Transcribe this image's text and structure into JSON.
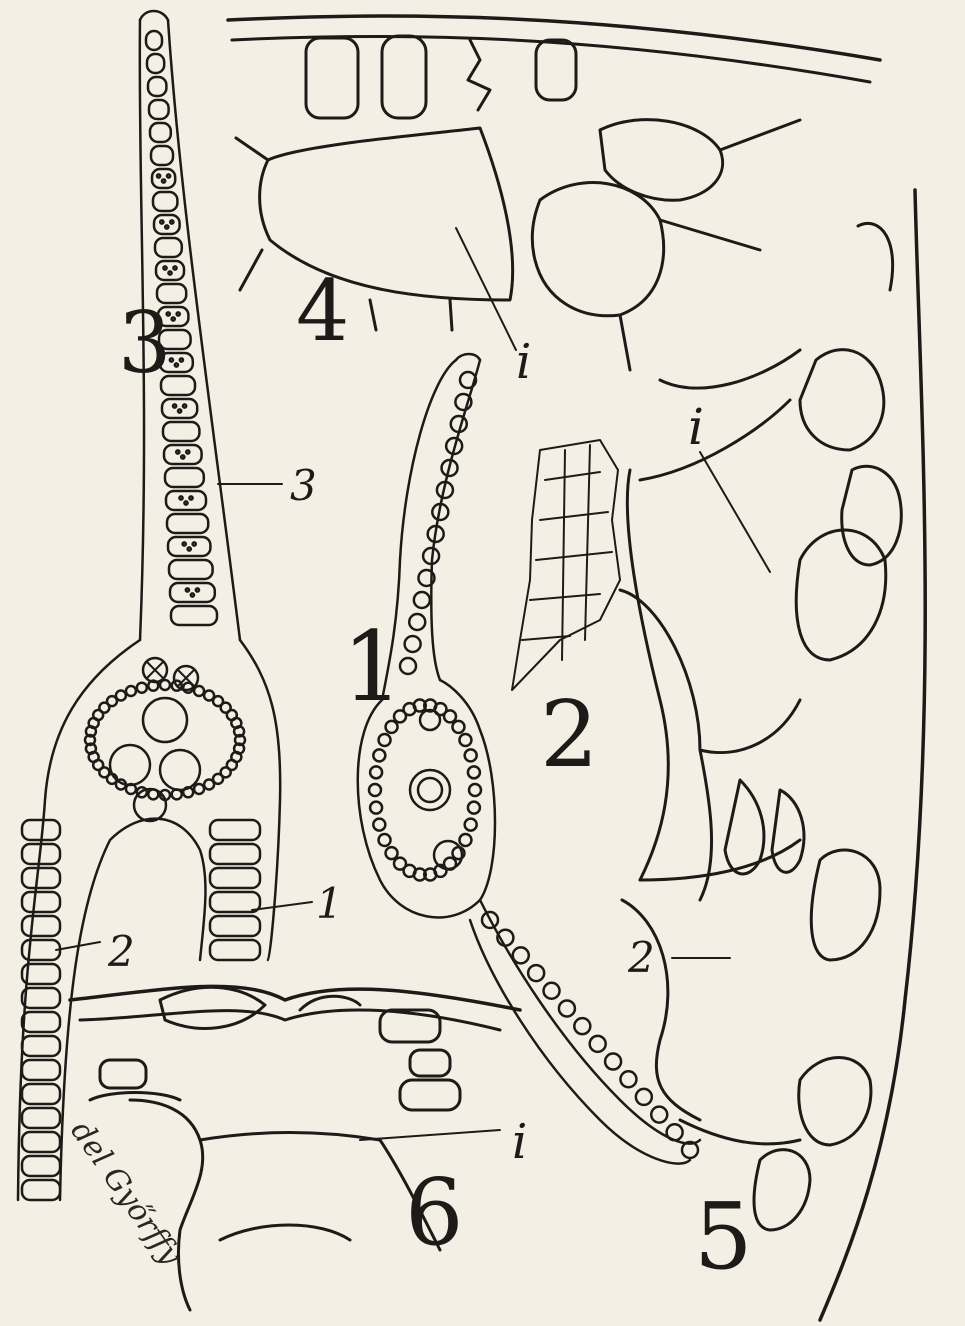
{
  "figure_numbers": {
    "fig1": "1",
    "fig2": "2",
    "fig3": "3",
    "fig4": "4",
    "fig5": "5",
    "fig6": "6"
  },
  "labels": {
    "fig3_label_3": "3",
    "fig3_label_2": "2",
    "fig3_label_1": "1",
    "fig4_label_i": "i",
    "fig5_label_i": "i",
    "fig5_label_2": "2",
    "fig6_label_i": "i"
  },
  "signature": "del Győrffy",
  "colors": {
    "paper": "#f3efe4",
    "ink": "#1d1b18"
  }
}
